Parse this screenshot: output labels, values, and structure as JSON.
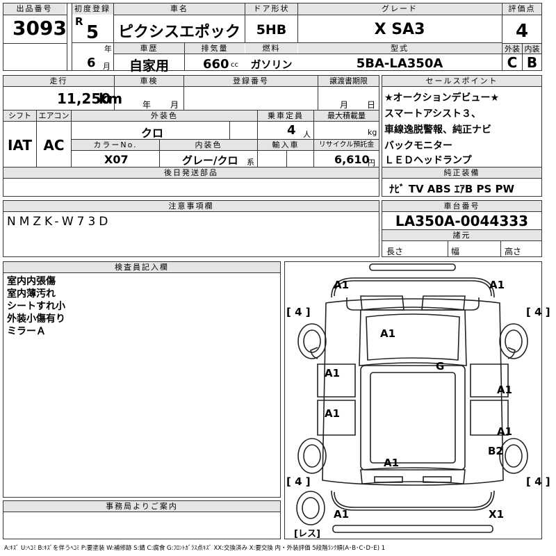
{
  "headers": {
    "lot": "出品番号",
    "first_reg": "初度登録",
    "car_name": "車名",
    "doors": "ドア形状",
    "grade": "グレード",
    "score": "評価点",
    "inspection_period": "車歴",
    "displacement": "排気量",
    "fuel": "燃料",
    "model_code": "型式",
    "ext": "外装",
    "int": "内装",
    "mileage": "走行",
    "shaken": "車検",
    "reg_no": "登録番号",
    "transfer_deadline": "譲渡書期限",
    "sales_points": "セールスポイント",
    "shift": "シフト",
    "aircon": "エアコン",
    "ext_color": "外装色",
    "capacity": "乗車定員",
    "max_load": "最大積載量",
    "color_no": "カラーNo.",
    "int_color": "内装色",
    "import": "輸入車",
    "recycle": "リサイクル預託金",
    "later_parts": "後日発送部品",
    "genuine": "純正装備",
    "notes": "注意事項欄",
    "chassis": "車台番号",
    "dims": "諸元",
    "inspector": "検査員記入欄",
    "office": "事務局よりご案内"
  },
  "values": {
    "lot": "3093",
    "era": "R",
    "year": "5",
    "year_unit": "年",
    "month": "6",
    "month_unit": "月",
    "car_name": "ピクシスエポック",
    "doors": "5HB",
    "grade": "X SA3",
    "score": "4",
    "history": "自家用",
    "displacement": "660",
    "cc": "cc",
    "fuel": "ガソリン",
    "model_code": "5BA-LA350A",
    "ext_grade": "C",
    "int_grade": "B",
    "mileage": "11,250",
    "km": "km",
    "shaken_year": "年",
    "shaken_month": "月",
    "deadline_month": "月",
    "deadline_day": "日",
    "shift": "IAT",
    "aircon": "AC",
    "ext_color": "クロ",
    "capacity": "4",
    "capacity_unit": "人",
    "kg": "kg",
    "color_no": "X07",
    "int_color": "グレー/クロ",
    "int_color_suffix": "系",
    "recycle": "6,610",
    "yen": "円",
    "genuine": "ﾅﾋﾞ TV ABS ｴｱB PS PW",
    "notes": "NMZK-W73D",
    "chassis": "LA350A-0044333",
    "length": "長さ",
    "width": "幅",
    "height": "高さ"
  },
  "sales_points": [
    "★オークションデビュー★",
    "スマートアシスト３、",
    "車線逸脱警報、純正ナビ",
    "バックモニター",
    "ＬＥＤヘッドランプ"
  ],
  "inspector_notes": [
    "室内内張傷",
    "室内薄汚れ",
    "シートすれ小",
    "外装小傷有り",
    "ミラーＡ"
  ],
  "diagram": {
    "tire_fl": "4",
    "tire_fr": "4",
    "tire_rl": "4",
    "tire_rr": "4",
    "front_bumper_left": "A1",
    "front_bumper_right": "A1",
    "hood": "A1",
    "windshield": "G",
    "left_front_door": "A1",
    "left_rear_door": "A1",
    "right_front_door": "A1",
    "right_rear_door": "A1",
    "right_rear_fender": "B2",
    "trunk": "A1",
    "rear_bumper_left": "A1",
    "rear_bumper_right": "X1",
    "spare": "レス"
  },
  "legend": "A:ｷｽﾞ U:ﾍｺﾐ B:ｷｽﾞを伴うﾍｺﾐ P:要塗装 W:補修跡 S:錆 C:腐食 G:ﾌﾛﾝﾄｶﾞﾗｽ点ｷｽﾞ XX:交換済み X:要交換 内・外装評価 5段階ﾗﾝｸ順(A･B･C･D･E) 1"
}
